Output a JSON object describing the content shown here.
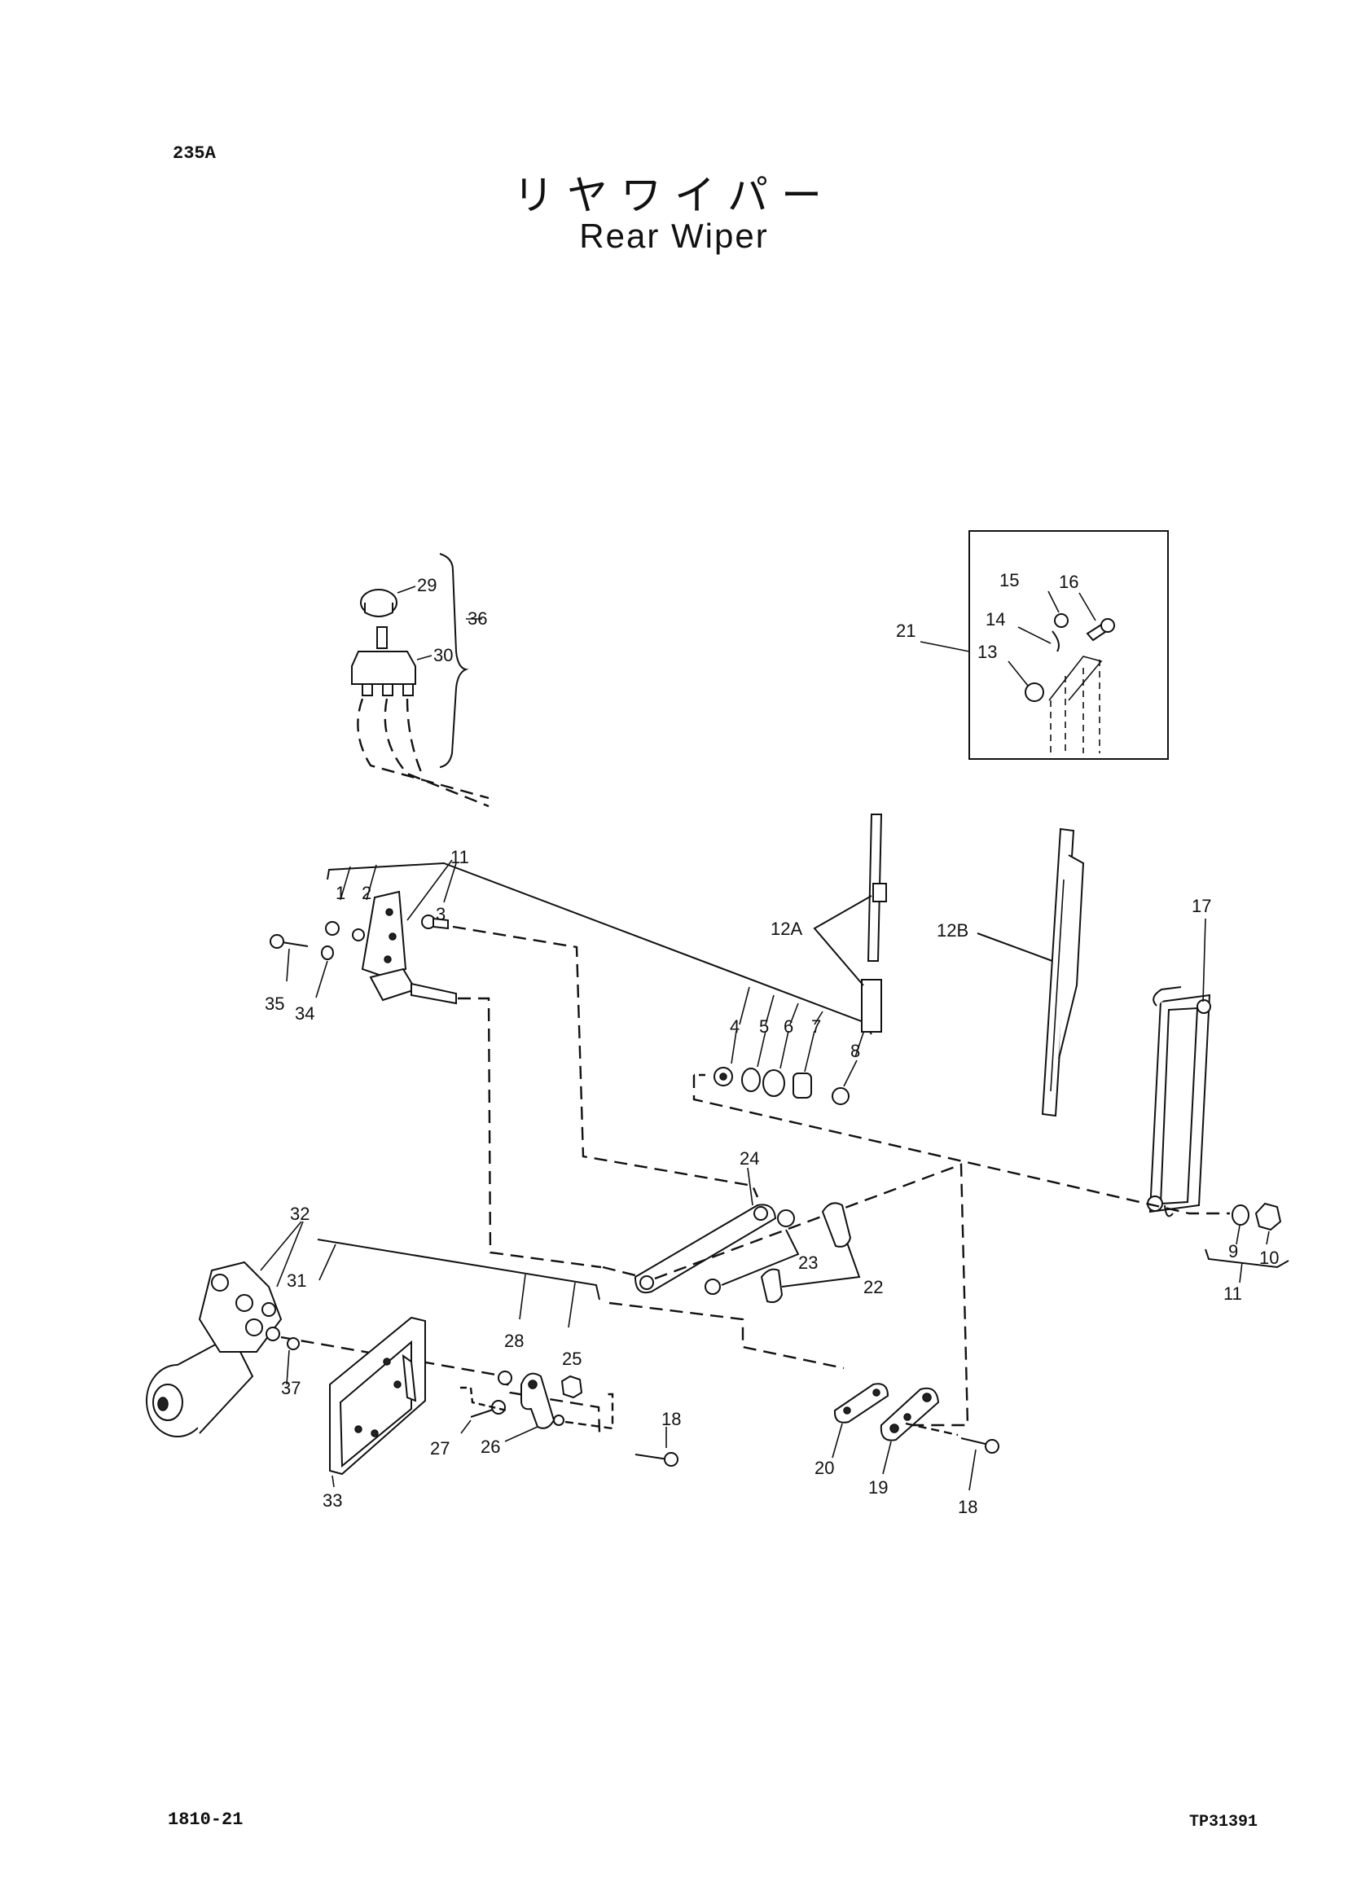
{
  "page_id": "235A",
  "title_jp": "リヤワイパー",
  "title_en": "Rear Wiper",
  "footer_left": "1810-21",
  "footer_right": "TP31391",
  "callouts": {
    "c29": "29",
    "c30": "30",
    "c36": "36",
    "c21": "21",
    "c15": "15",
    "c16": "16",
    "c14": "14",
    "c13": "13",
    "c11a": "11",
    "c1": "1",
    "c2": "2",
    "c3": "3",
    "c35": "35",
    "c34": "34",
    "c12A": "12A",
    "c12B": "12B",
    "c17": "17",
    "c4": "4",
    "c5": "5",
    "c6": "6",
    "c7": "7",
    "c8": "8",
    "c24": "24",
    "c23": "23",
    "c22": "22",
    "c9": "9",
    "c10": "10",
    "c11b": "11",
    "c32": "32",
    "c31": "31",
    "c37": "37",
    "c28": "28",
    "c25": "25",
    "c33": "33",
    "c27": "27",
    "c26": "26",
    "c18a": "18",
    "c20": "20",
    "c19": "19",
    "c18b": "18"
  }
}
